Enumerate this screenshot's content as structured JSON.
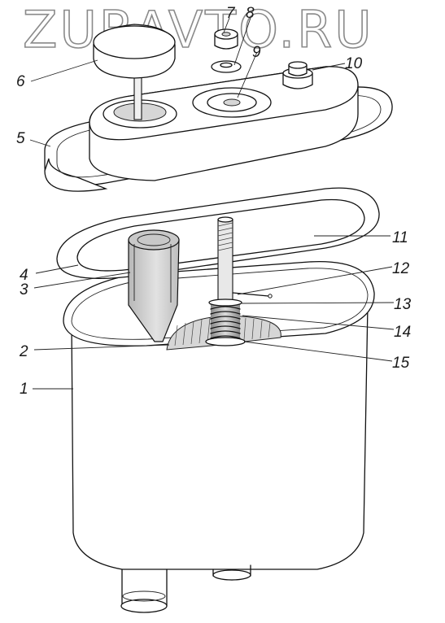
{
  "watermark": "ZURAVTO.RU",
  "callouts": [
    {
      "id": "label-1",
      "text": "1"
    },
    {
      "id": "label-2",
      "text": "2"
    },
    {
      "id": "label-3",
      "text": "3"
    },
    {
      "id": "label-4",
      "text": "4"
    },
    {
      "id": "label-5",
      "text": "5"
    },
    {
      "id": "label-6",
      "text": "6"
    },
    {
      "id": "label-7",
      "text": "7"
    },
    {
      "id": "label-8",
      "text": "8"
    },
    {
      "id": "label-9",
      "text": "9"
    },
    {
      "id": "label-10",
      "text": "10"
    },
    {
      "id": "label-11",
      "text": "11"
    },
    {
      "id": "label-12",
      "text": "12"
    },
    {
      "id": "label-13",
      "text": "13"
    },
    {
      "id": "label-14",
      "text": "14"
    },
    {
      "id": "label-15",
      "text": "15"
    }
  ]
}
